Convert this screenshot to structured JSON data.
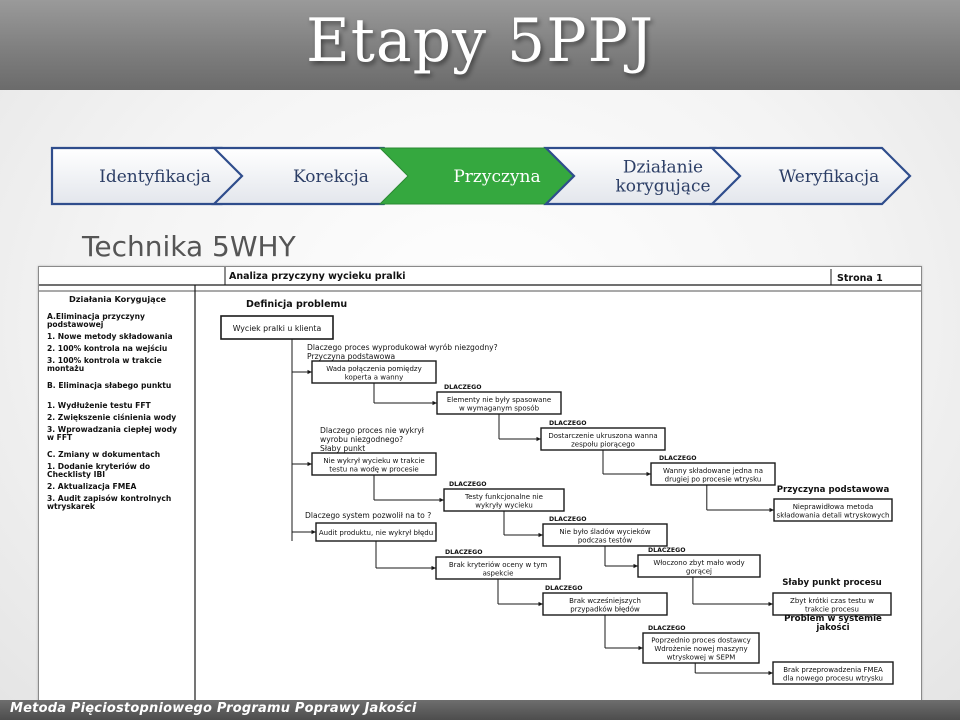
{
  "slide": {
    "title": "Etapy 5PPJ",
    "subtitle": "Technika 5WHY",
    "footer": "Metoda Pięciostopniowego Programu Poprawy Jakości"
  },
  "steps": [
    {
      "lines": [
        "Identyfikacja"
      ],
      "color": "#2f4d8c",
      "active": false
    },
    {
      "lines": [
        "Korekcja"
      ],
      "color": "#2f4d8c",
      "active": false
    },
    {
      "lines": [
        "Przyczyna"
      ],
      "color": "#35a83f",
      "active": true
    },
    {
      "lines": [
        "Działanie",
        "korygujące"
      ],
      "color": "#2f4d8c",
      "active": false
    },
    {
      "lines": [
        "Weryfikacja"
      ],
      "color": "#2f4d8c",
      "active": false
    }
  ],
  "document": {
    "header_title": "Analiza przyczyny wycieku pralki",
    "page_label": "Strona 1",
    "left_heading": "Działania Korygujące",
    "left_lines": [
      "A.Eliminacja  przyczyny",
      "   podstawowej",
      "1.  Nowe metody składowania",
      "2.  100% kontrola na wejściu",
      "3.  100% kontrola w trakcie",
      "     montażu",
      "B.  Eliminacja  słabego punktu",
      "1.    Wydłużenie testu FFT",
      "2.    Zwiększenie ciśnienia wody",
      "3.    Wprowadzania ciepłej wody",
      "       w FFT",
      "C.  Zmiany  w dokumentach",
      "1.  Dodanie kryteriów do",
      "     Checklisty IBI",
      "2.  Aktualizacja  FMEA",
      "3.  Audit zapisów kontrolnych",
      "     wtryskarek"
    ],
    "definition_heading": "Definicja problemu",
    "problem": "Wyciek pralki u klienta",
    "questions": [
      [
        "Dlaczego proces wyprodukował wyrób niezgodny?",
        "Przyczyna podstawowa"
      ],
      [
        "Dlaczego proces nie wykrył",
        "wyrobu niezgodnego?",
        "Słaby punkt"
      ],
      [
        "Dlaczego  system pozwolił na to ?"
      ]
    ],
    "why_label": "DLACZEGO",
    "chain_a": [
      [
        "Wada połączenia pomiędzy",
        "koperta a wanny"
      ],
      [
        "Elementy nie były spasowane",
        "w wymaganym sposób"
      ],
      [
        "Dostarczenie ukruszona wanna",
        "zespołu piorącego"
      ],
      [
        "Wanny składowane jedna na",
        "drugiej po procesie wtrysku"
      ]
    ],
    "chain_b": [
      [
        "Nie wykrył wycieku w trakcie",
        "testu na wodę w procesie"
      ],
      [
        "Testy funkcjonalne nie",
        "wykryły wycieku"
      ],
      [
        "Nie było śladów wycieków",
        "podczas testów"
      ],
      [
        "Włoczono zbyt mało wody",
        "gorącej"
      ]
    ],
    "chain_c": [
      [
        "Audit produktu, nie wykrył błędu"
      ],
      [
        "Brak kryteriów oceny w tym",
        "aspekcie"
      ],
      [
        "Brak wcześniejszych",
        "przypadków błędów"
      ],
      [
        "Poprzednio proces dostawcy",
        "Wdrożenie nowej maszyny",
        "wtryskowej w SEPM"
      ]
    ],
    "results": [
      {
        "heading": "Przyczyna podstawowa",
        "box": [
          "Nieprawidłowa metoda",
          "składowania detali wtryskowych"
        ]
      },
      {
        "heading": "Słaby punkt procesu",
        "box": [
          "Zbyt krótki czas testu  w",
          "trakcie procesu"
        ]
      },
      {
        "heading": "Problem w systemie",
        "heading2": "jakości",
        "box": [
          "Brak przeprowadzenia FMEA",
          "dla nowego procesu wtrysku"
        ]
      }
    ]
  }
}
